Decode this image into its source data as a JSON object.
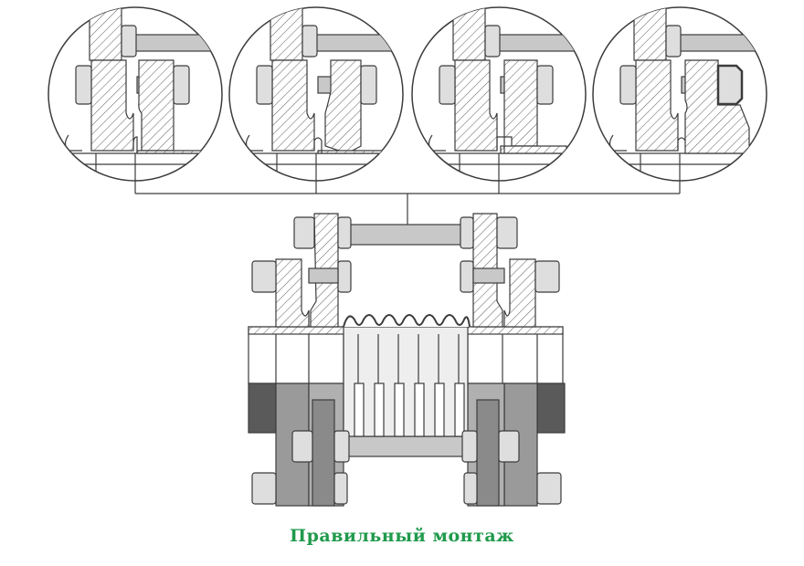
{
  "caption": "Правильный монтаж",
  "colors": {
    "caption": "#1f9a4b",
    "line": "#3c3c3c",
    "hatch": "#6a6a6a",
    "bolt_fill": "#dedede",
    "rod_fill": "#c8c8c8",
    "dark_flange": "#5a5a5a",
    "mid_flange": "#9a9a9a",
    "bellows_fill": "#eeeeee"
  },
  "details": [
    {
      "id": "detail-1",
      "variant": "rounded-lip"
    },
    {
      "id": "detail-2",
      "variant": "angled-lip"
    },
    {
      "id": "detail-3",
      "variant": "step-lip"
    },
    {
      "id": "detail-4",
      "variant": "wide-flange"
    }
  ],
  "icons": [
    "hex-nut-icon",
    "bolt-icon",
    "tie-rod-icon",
    "bellows-icon"
  ]
}
